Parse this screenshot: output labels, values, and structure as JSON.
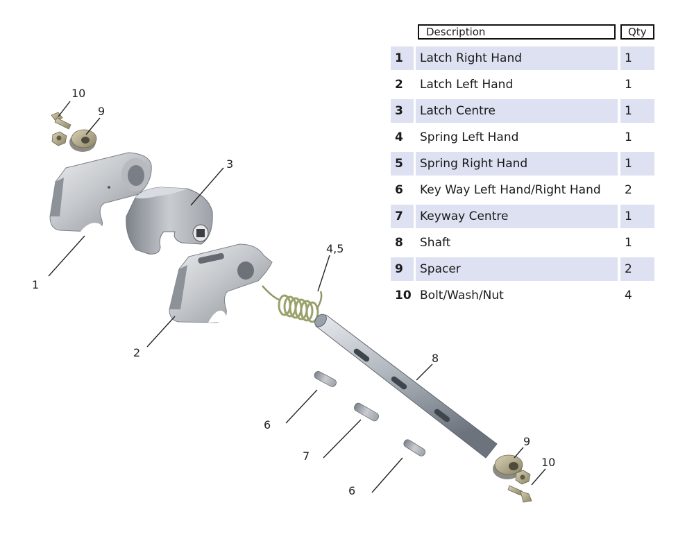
{
  "table": {
    "header_description": "Description",
    "header_qty": "Qty",
    "rows": [
      {
        "num": "1",
        "description": "Latch Right Hand",
        "qty": "1"
      },
      {
        "num": "2",
        "description": "Latch Left Hand",
        "qty": "1"
      },
      {
        "num": "3",
        "description": "Latch Centre",
        "qty": "1"
      },
      {
        "num": "4",
        "description": "Spring Left Hand",
        "qty": "1"
      },
      {
        "num": "5",
        "description": "Spring Right Hand",
        "qty": "1"
      },
      {
        "num": "6",
        "description": "Key Way Left Hand/Right Hand",
        "qty": "2"
      },
      {
        "num": "7",
        "description": "Keyway Centre",
        "qty": "1"
      },
      {
        "num": "8",
        "description": "Shaft",
        "qty": "1"
      },
      {
        "num": "9",
        "description": "Spacer",
        "qty": "2"
      },
      {
        "num": "10",
        "description": "Bolt/Wash/Nut",
        "qty": "4"
      }
    ]
  },
  "callouts": {
    "bolt_top": "10",
    "spacer_top": "9",
    "latch_centre": "3",
    "latch_right": "1",
    "spring": "4,5",
    "latch_left": "2",
    "shaft": "8",
    "key_left": "6",
    "key_centre": "7",
    "key_right": "6",
    "spacer_bottom": "9",
    "bolt_bottom": "10"
  },
  "colors": {
    "row_shade": "#dde1f1",
    "metal_light": "#d6d8dc",
    "metal_mid": "#a9adb3",
    "metal_dark": "#6f747a",
    "spring_green": "#a9b07a",
    "bolt_brass": "#b7ad88"
  }
}
